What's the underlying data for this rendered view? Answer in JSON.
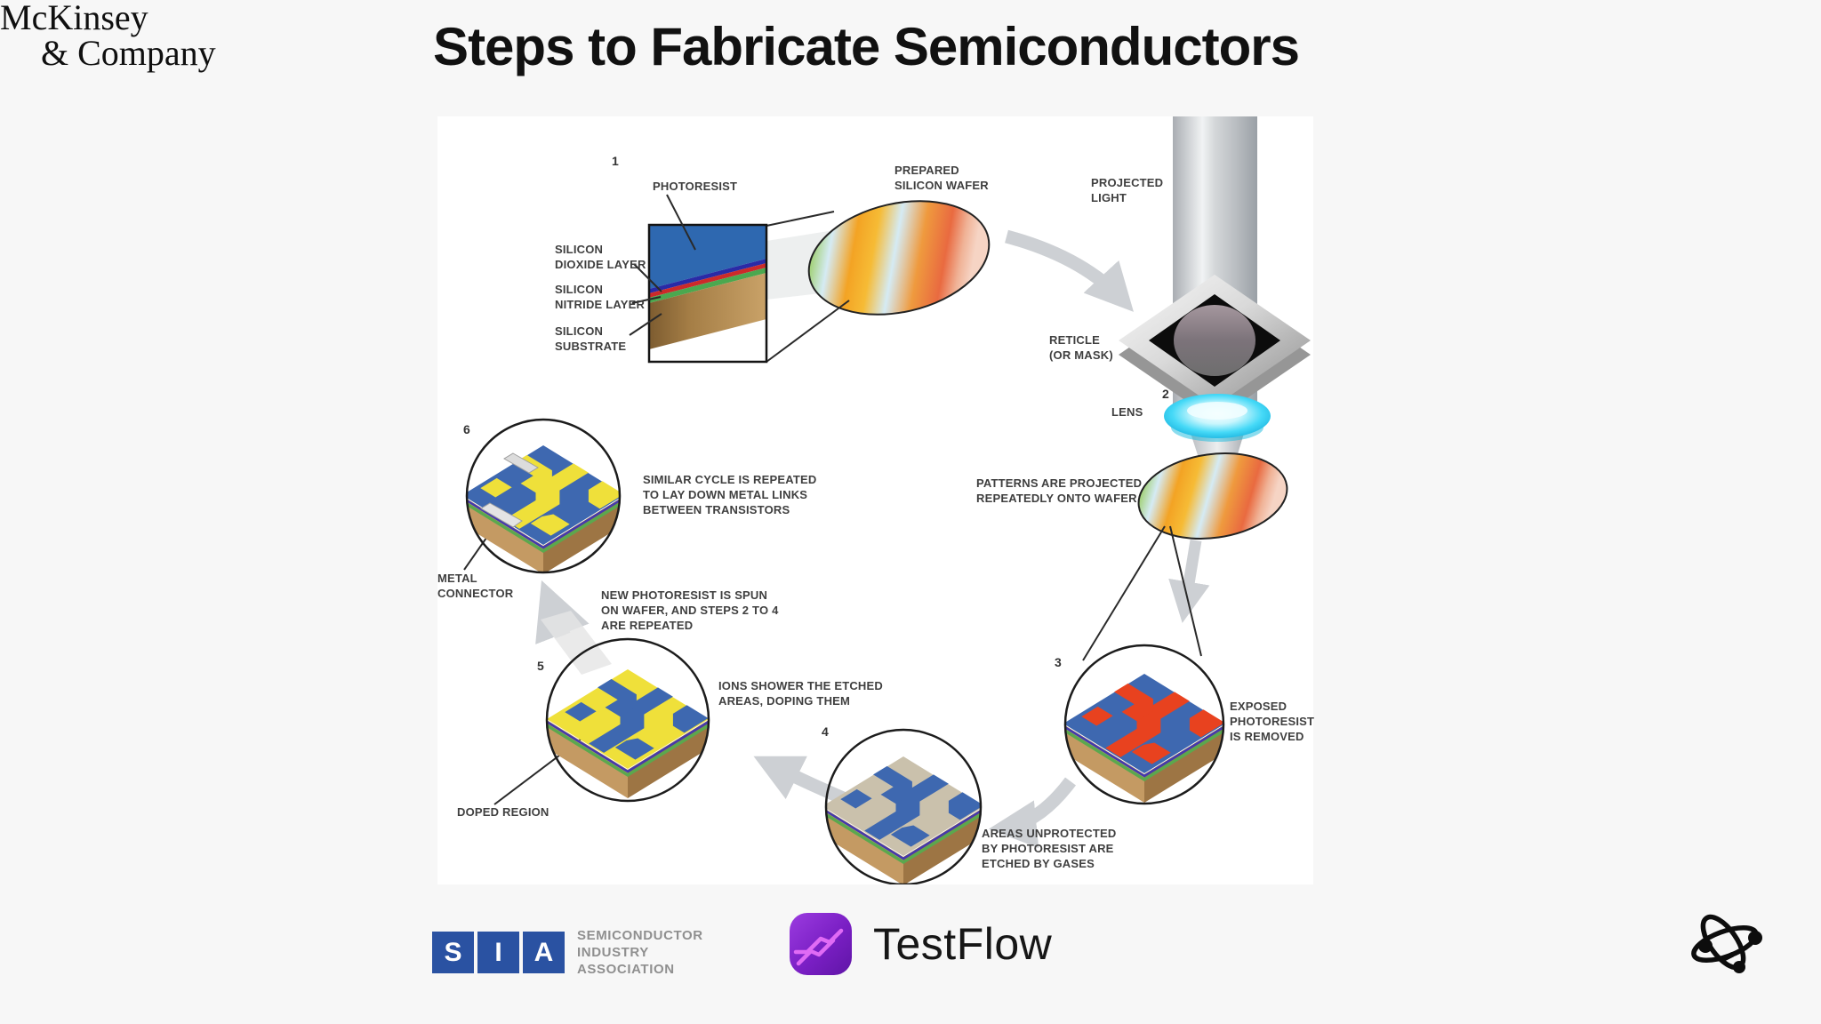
{
  "title": "Steps to Fabricate Semiconductors",
  "colors": {
    "page_background": "#f7f7f7",
    "diagram_background": "#ffffff",
    "title_text": "#111111",
    "label_text": "#3f3f3f",
    "photoresist_blue": "#2e68b0",
    "oxide_layer_blue": "#2a2aa6",
    "nitride_layer_red": "#cc2a2a",
    "layer_green": "#4ba84f",
    "substrate_brown": "#b5905a",
    "wafer_green": "#7fbe3a",
    "wafer_orange": "#f3a324",
    "wafer_red_orange": "#e96a40",
    "wafer_pale_blue": "#d5ebf4",
    "lens_cyan": "#45d9f7",
    "exposed_photoresist_red": "#e8421f",
    "doped_yellow": "#efe03a",
    "chip_pattern_blue": "#3e68b0",
    "metal_connector_gray": "#dcdcdc",
    "arrow_gray": "#cdd0d4",
    "sia_blue": "#2a52a2",
    "sia_text_gray": "#8f8f8f",
    "testflow_purple": "#7a1fc4",
    "testflow_pink": "#e06bf5",
    "logo_text_black": "#161616"
  },
  "diagram": {
    "numbers": {
      "n1": "1",
      "n2": "2",
      "n3": "3",
      "n4": "4",
      "n5": "5",
      "n6": "6"
    },
    "labels": {
      "photoresist": "PHOTORESIST",
      "silicon_dioxide": "SILICON\nDIOXIDE LAYER",
      "silicon_nitride": "SILICON\nNITRIDE LAYER",
      "silicon_substrate": "SILICON\nSUBSTRATE",
      "prepared_wafer": "PREPARED\nSILICON WAFER",
      "projected_light": "PROJECTED\nLIGHT",
      "reticle": "RETICLE\n(OR MASK)",
      "lens": "LENS",
      "patterns_projected": "PATTERNS ARE PROJECTED\nREPEATEDLY ONTO WAFER",
      "exposed_photoresist": "EXPOSED\nPHOTORESIST\nIS REMOVED",
      "areas_etched": "AREAS UNPROTECTED\nBY PHOTORESIST ARE\nETCHED BY GASES",
      "ions_shower": "IONS SHOWER THE ETCHED\nAREAS, DOPING THEM",
      "doped_region": "DOPED REGION",
      "new_photoresist": "NEW PHOTORESIST IS SPUN\nON WAFER, AND STEPS 2 TO 4\nARE REPEATED",
      "similar_cycle": "SIMILAR CYCLE IS REPEATED\nTO LAY DOWN METAL LINKS\nBETWEEN TRANSISTORS",
      "metal_connector": "METAL\nCONNECTOR"
    }
  },
  "footer": {
    "sia": {
      "letters": [
        "S",
        "I",
        "A"
      ],
      "name": "SEMICONDUCTOR\nINDUSTRY\nASSOCIATION"
    },
    "testflow": {
      "name": "TestFlow"
    },
    "mckinsey": {
      "line1": "McKinsey",
      "line2": "& Company"
    }
  },
  "icons": {
    "testflow_mark": "testflow-zigzag-icon",
    "atom": "atom-icon"
  }
}
